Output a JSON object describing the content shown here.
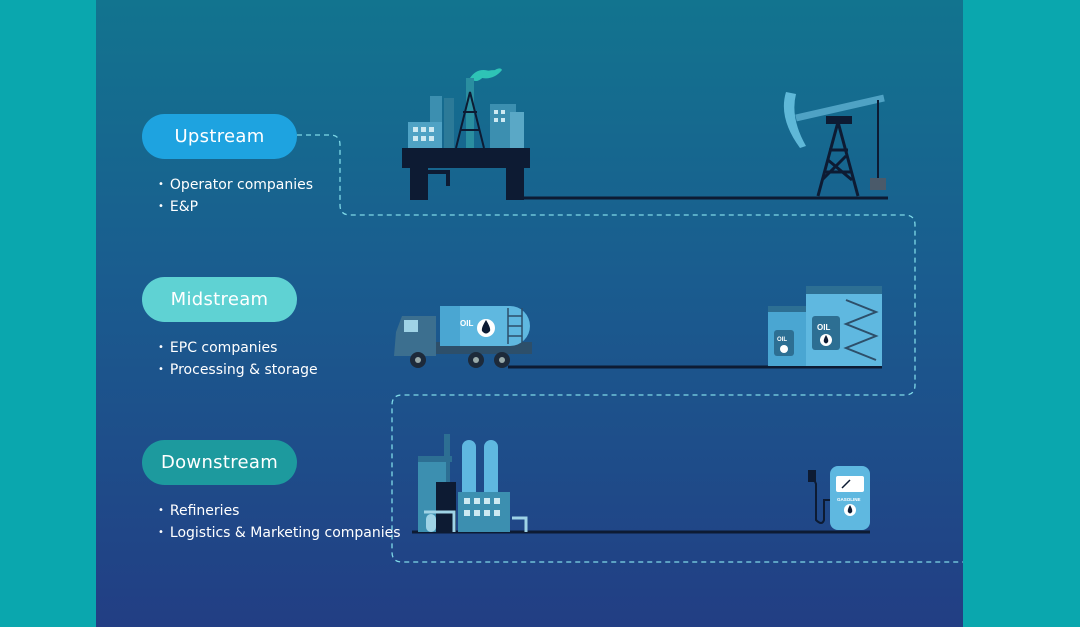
{
  "stages": [
    {
      "label": "Upstream",
      "items": [
        "Operator companies",
        "E&P"
      ]
    },
    {
      "label": "Midstream",
      "items": [
        "EPC companies",
        "Processing & storage"
      ]
    },
    {
      "label": "Downstream",
      "items": [
        "Refineries",
        "Logistics & Marketing companies"
      ]
    }
  ],
  "illustration_text": {
    "tanker_label": "OIL",
    "tank_label_big": "OIL",
    "tank_label_small": "OIL",
    "pump_label": "GASOLINE"
  },
  "colors": {
    "upstream_pill": "#1ea3e0",
    "midstream_pill": "#5fd2d3",
    "downstream_pill": "#1d9a9e",
    "dashed_path": "#7fd9e8",
    "ground_line": "#0d1b33"
  },
  "icons": [
    "offshore-platform-icon",
    "pumpjack-icon",
    "oil-tanker-truck-icon",
    "storage-tanks-icon",
    "refinery-icon",
    "gas-pump-icon"
  ]
}
